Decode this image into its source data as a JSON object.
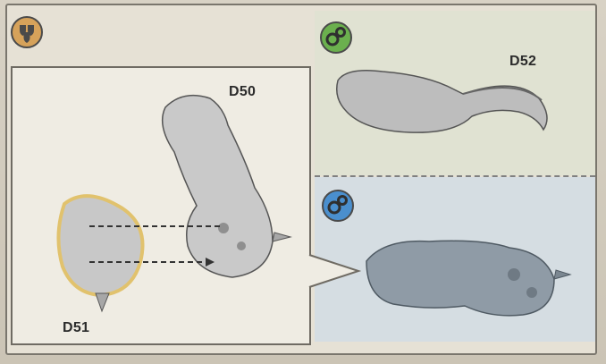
{
  "labels": {
    "part_top_right": "D52",
    "part_arm": "D50",
    "part_shoulder": "D51"
  },
  "icons": {
    "corner": "faction-shields-icon",
    "green_badge": "green-cogs-icon",
    "blue_badge": "blue-cogs-icon"
  },
  "colors": {
    "green_badge": "#6bb04e",
    "blue_badge": "#4a8fce",
    "corner_badge": "#d6a25a",
    "shoulder_highlight": "#e1c26d"
  }
}
